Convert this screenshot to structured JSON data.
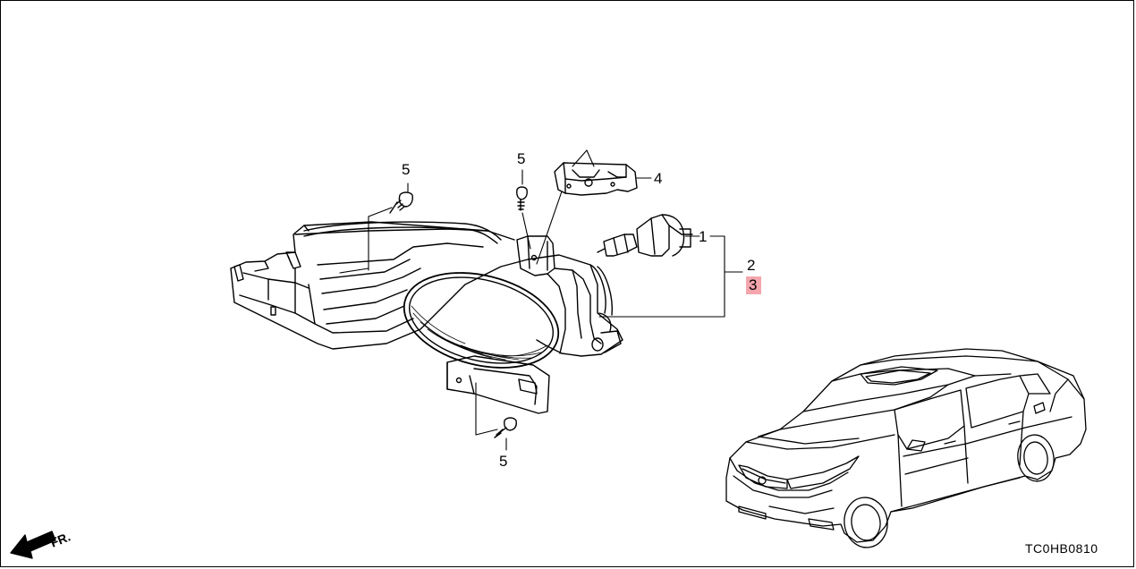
{
  "diagram": {
    "diagram_code": "TC0HB0810",
    "direction_label": "FR.",
    "highlight_color": "#f4a6ad",
    "callouts": [
      {
        "id": "1",
        "text": "1",
        "highlighted": false
      },
      {
        "id": "2",
        "text": "2",
        "highlighted": false
      },
      {
        "id": "3",
        "text": "3",
        "highlighted": true
      },
      {
        "id": "4",
        "text": "4",
        "highlighted": false
      },
      {
        "id": "5a",
        "text": "5",
        "highlighted": false
      },
      {
        "id": "5b",
        "text": "5",
        "highlighted": false
      },
      {
        "id": "5c",
        "text": "5",
        "highlighted": false
      }
    ]
  }
}
